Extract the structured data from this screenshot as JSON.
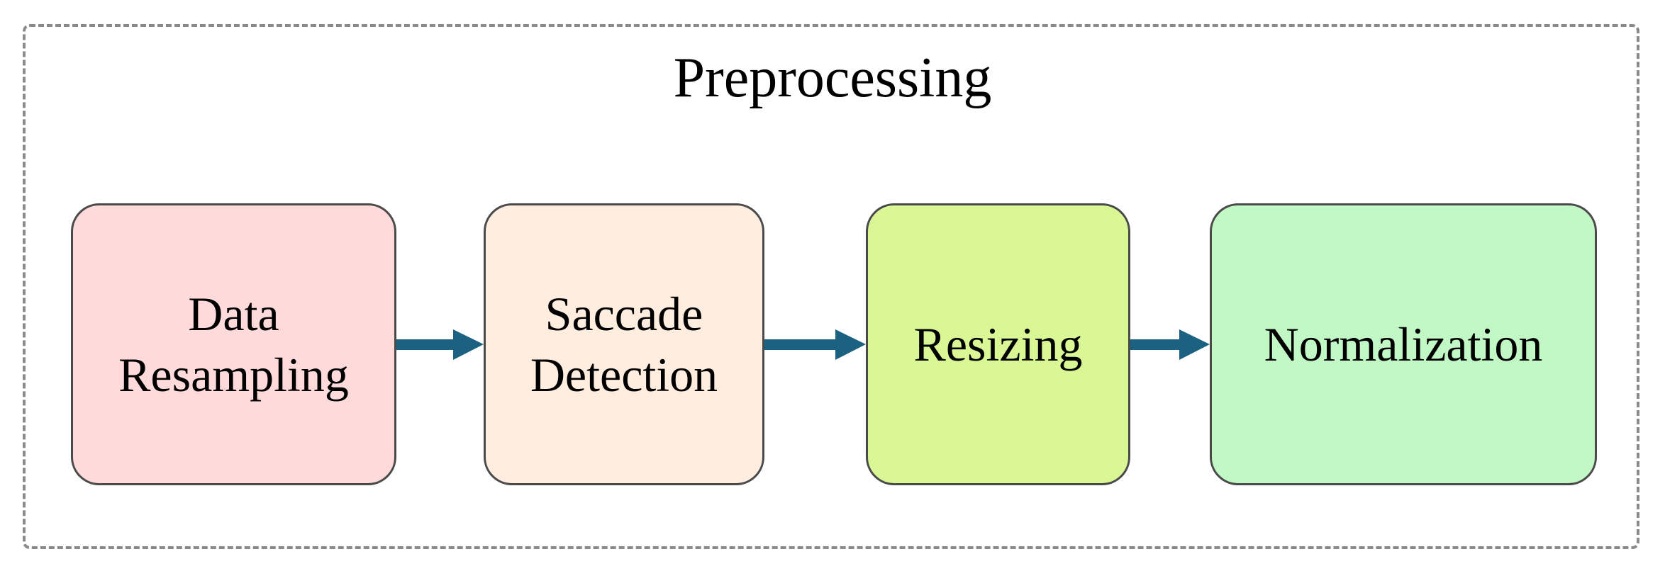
{
  "diagram": {
    "title": "Preprocessing",
    "steps": [
      {
        "label": "Data\nResampling",
        "color": "#ffdada"
      },
      {
        "label": "Saccade\nDetection",
        "color": "#ffeddf"
      },
      {
        "label": "Resizing",
        "color": "#d9f794"
      },
      {
        "label": "Normalization",
        "color": "#c1f8c5"
      }
    ],
    "arrow_color": "#1b6282"
  }
}
